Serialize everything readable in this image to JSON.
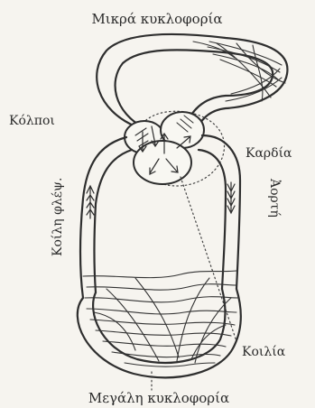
{
  "figure": {
    "labels": {
      "pulmonary_circulation": "Μικρά κυκλοφορία",
      "atria": "Κόλποι",
      "heart": "Καρδία",
      "vena_cava": "Κοίλη φλέψ.",
      "aorta": "Ἀορτή",
      "ventricle": "Κοιλία",
      "systemic_circulation": "Μεγάλη κυκλοφορία"
    }
  },
  "colors": {
    "ink": "#2b2b2b",
    "paper": "#f6f4ef"
  }
}
